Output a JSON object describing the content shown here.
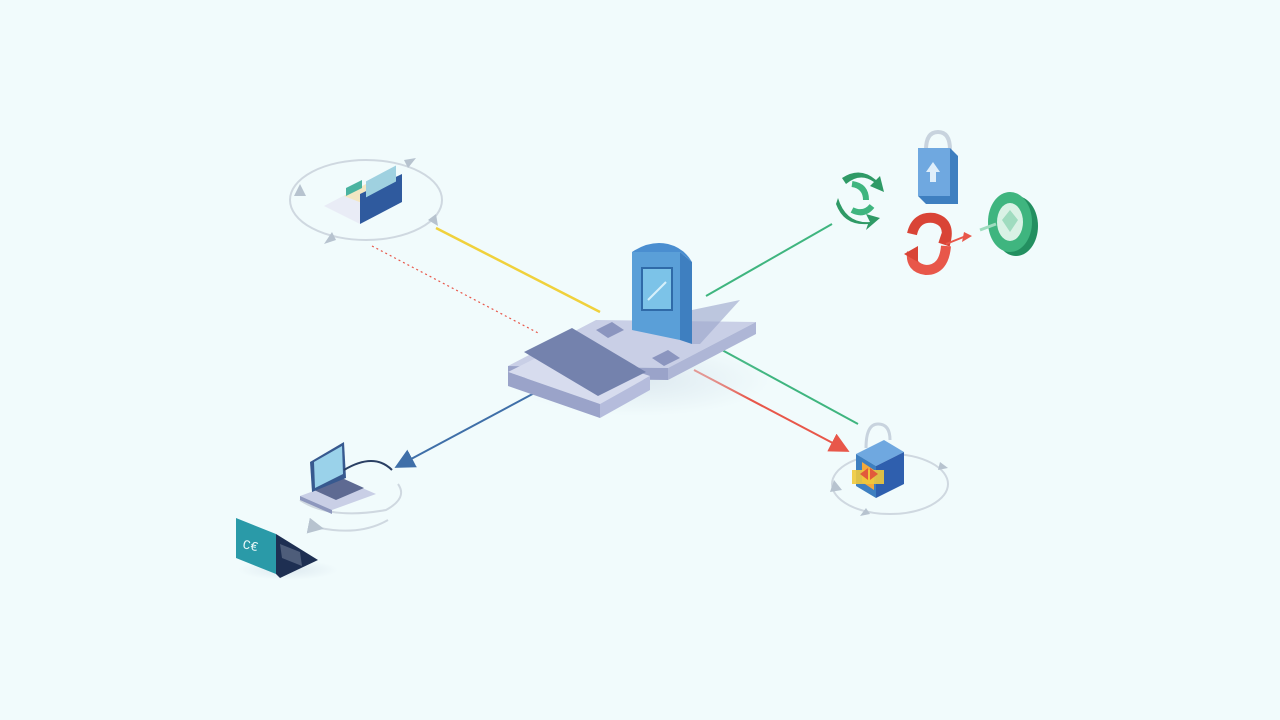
{
  "diagram": {
    "type": "isometric-network",
    "background": "#f1fbfc",
    "hub": {
      "icon": "central-server-icon",
      "base_color": "#c9cfe6",
      "panel_color": "#5a9fd8"
    },
    "nodes": [
      {
        "id": "dashboard",
        "icon": "dashboard-screen-icon",
        "cycle": true
      },
      {
        "id": "laptop",
        "icon": "laptop-icon",
        "cycle": true
      },
      {
        "id": "terminal",
        "icon": "terminal-icon",
        "label": "C€"
      },
      {
        "id": "sync",
        "icon": "sync-arrows-icon"
      },
      {
        "id": "padlock",
        "icon": "padlock-icon"
      },
      {
        "id": "restore",
        "icon": "restore-arrows-icon"
      },
      {
        "id": "shield",
        "icon": "shield-badge-icon"
      },
      {
        "id": "secure-box",
        "icon": "secure-box-icon",
        "cycle": true
      }
    ],
    "connections": [
      {
        "from": "dashboard",
        "to": "hub",
        "color": "#f0d13c",
        "style": "solid"
      },
      {
        "from": "dashboard",
        "to": "hub",
        "color": "#e8574a",
        "style": "dotted"
      },
      {
        "from": "hub",
        "to": "laptop",
        "color": "#3f6fa8",
        "style": "arrow"
      },
      {
        "from": "hub",
        "to": "sync",
        "color": "#3fb57f",
        "style": "solid"
      },
      {
        "from": "hub",
        "to": "secure-box",
        "color": "#3fb57f",
        "style": "solid"
      },
      {
        "from": "hub",
        "to": "secure-box",
        "color": "#e8574a",
        "style": "arrow"
      }
    ],
    "colors": {
      "yellow": "#f0d13c",
      "red": "#e8574a",
      "green": "#3fb57f",
      "blue": "#3f6fa8",
      "light_blue": "#6fa8e0"
    }
  }
}
